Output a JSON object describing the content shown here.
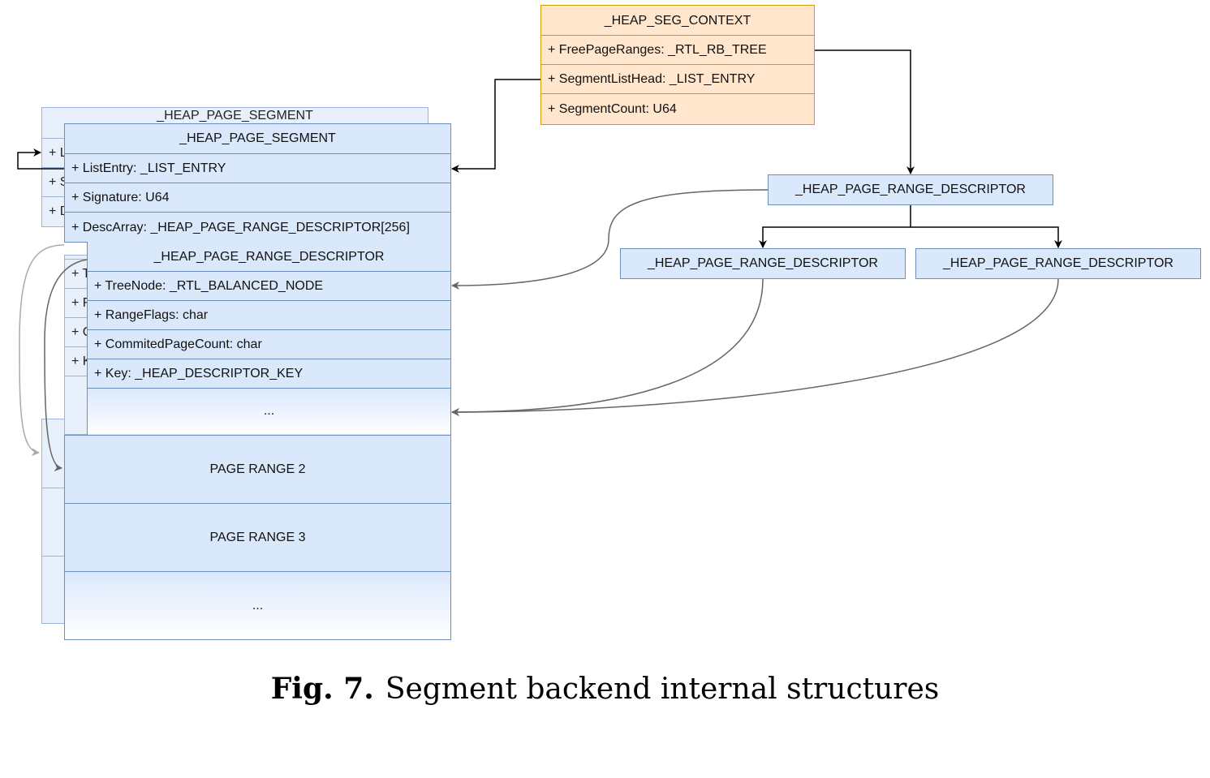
{
  "seg_context": {
    "title": "_HEAP_SEG_CONTEXT",
    "fields": [
      "+ FreePageRanges: _RTL_RB_TREE",
      "+ SegmentListHead: _LIST_ENTRY",
      "+ SegmentCount: U64"
    ]
  },
  "back_segment": {
    "title": "_HEAP_PAGE_SEGMENT",
    "fields": [
      "+ L",
      "+ S",
      "+ D"
    ],
    "desc_fields": [
      "+ T",
      "+ F",
      "+ C",
      "+ K"
    ]
  },
  "page_segment": {
    "title": "_HEAP_PAGE_SEGMENT",
    "fields": [
      "+ ListEntry: _LIST_ENTRY",
      "+ Signature: U64",
      "+ DescArray: _HEAP_PAGE_RANGE_DESCRIPTOR[256]"
    ]
  },
  "range_descriptor": {
    "title": "_HEAP_PAGE_RANGE_DESCRIPTOR",
    "fields": [
      "+ TreeNode: _RTL_BALANCED_NODE",
      "+ RangeFlags: char",
      "+ CommitedPageCount: char",
      "+ Key: _HEAP_DESCRIPTOR_KEY"
    ],
    "more": "..."
  },
  "page_ranges": [
    "PAGE RANGE 2",
    "PAGE RANGE 3",
    "..."
  ],
  "tree": {
    "root": "_HEAP_PAGE_RANGE_DESCRIPTOR",
    "left": "_HEAP_PAGE_RANGE_DESCRIPTOR",
    "right": "_HEAP_PAGE_RANGE_DESCRIPTOR"
  },
  "caption": {
    "label": "Fig. 7.",
    "text": "Segment backend internal structures"
  },
  "colors": {
    "blue_fill": "#dae8fc",
    "blue_stroke": "#6c8ebf",
    "orange_fill": "#ffe6cc",
    "orange_stroke": "#d79b00"
  }
}
